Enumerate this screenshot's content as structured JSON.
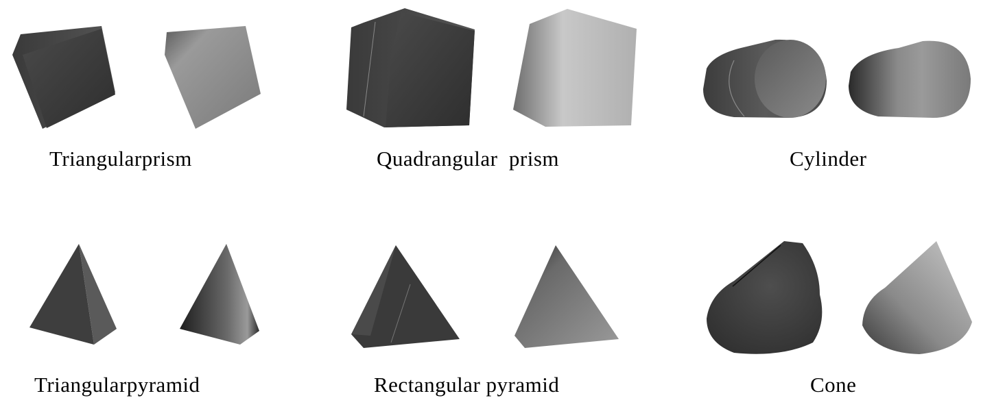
{
  "figure": {
    "rows": [
      {
        "groups": [
          {
            "label": "Triangular prism",
            "label_display": "Triangularprism",
            "views": [
              "real-depth",
              "simulated-depth"
            ]
          },
          {
            "label": "Quadrangular prism",
            "label_display": "Quadrangular  prism",
            "views": [
              "real-depth",
              "simulated-depth"
            ]
          },
          {
            "label": "Cylinder",
            "label_display": "Cylinder",
            "views": [
              "real-depth",
              "simulated-depth"
            ]
          }
        ]
      },
      {
        "groups": [
          {
            "label": "Triangular pyramid",
            "label_display": "Triangularpyramid",
            "views": [
              "real-depth",
              "simulated-depth"
            ]
          },
          {
            "label": "Rectangular pyramid",
            "label_display": "Rectangular pyramid",
            "views": [
              "real-depth",
              "simulated-depth"
            ]
          },
          {
            "label": "Cone",
            "label_display": "Cone",
            "views": [
              "real-depth",
              "simulated-depth"
            ]
          }
        ]
      }
    ],
    "colors": {
      "background": "#ffffff",
      "dark_shape": "#3a3a3a",
      "light_shape": "#a8a8a8",
      "text": "#000000"
    }
  }
}
